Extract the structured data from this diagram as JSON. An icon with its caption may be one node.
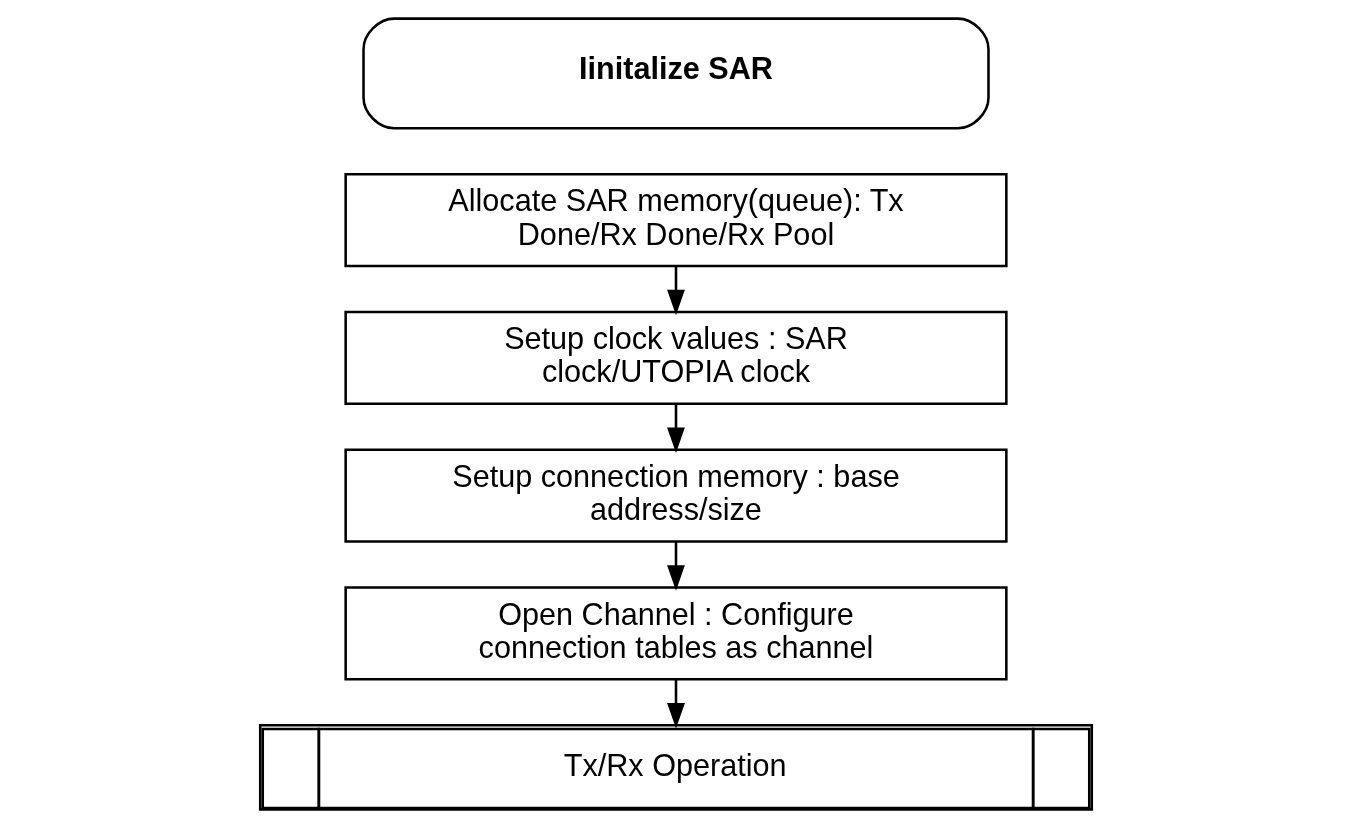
{
  "diagram": {
    "nodes": [
      {
        "text": [
          "Iinitalize SAR"
        ]
      },
      {
        "text": [
          "Allocate SAR memory(queue): Tx Done/Rx Done/Rx Pool"
        ]
      },
      {
        "text": [
          "Setup clock values : SAR clock/UTOPIA clock"
        ]
      },
      {
        "text": [
          "Setup connection memory : base address/size"
        ]
      },
      {
        "text": [
          "Open Channel : Configure connection tables as channel"
        ]
      },
      {
        "text": [
          "Tx/Rx Operation"
        ]
      }
    ],
    "edges": [
      {
        "from": 1,
        "to": 2,
        "arrow": "to"
      },
      {
        "from": 2,
        "to": 3,
        "arrow": "to"
      },
      {
        "from": 3,
        "to": 4,
        "arrow": "to"
      },
      {
        "from": 4,
        "to": 5,
        "arrow": "to"
      }
    ]
  }
}
